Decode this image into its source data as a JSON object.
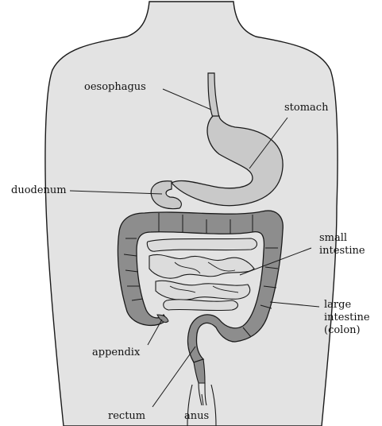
{
  "labels": {
    "oesophagus": "oesophagus",
    "stomach": "stomach",
    "duodenum": "duodenum",
    "small_intestine": [
      "small",
      "intestine"
    ],
    "large_intestine": [
      "large",
      "intestine",
      "(colon)"
    ],
    "appendix": "appendix",
    "rectum": "rectum",
    "anus": "anus"
  },
  "colors": {
    "body_fill": "#e3e3e3",
    "organ_fill": "#c9c9c9",
    "colon_fill": "#8d8d8d",
    "outline": "#1a1a1a"
  }
}
